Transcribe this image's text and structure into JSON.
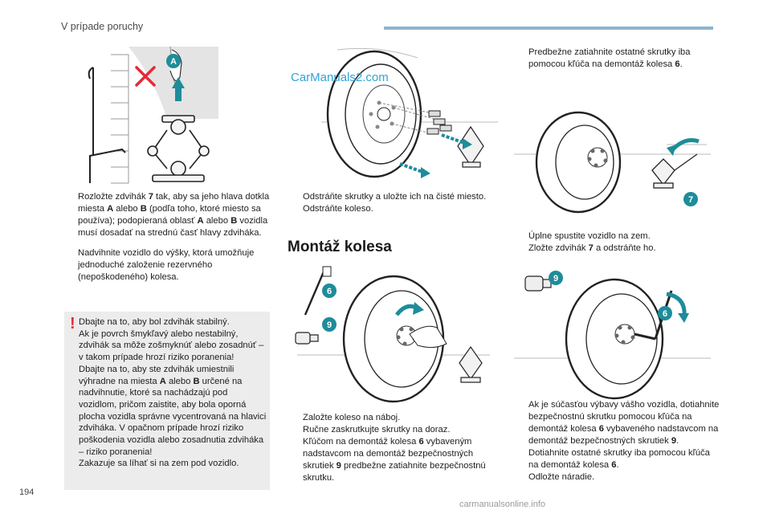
{
  "header": {
    "title": "V prípade poruchy"
  },
  "page_number": "194",
  "watermarks": {
    "top": "CarManuals2.com",
    "bottom": "carmanualsonline.info"
  },
  "figures": {
    "jack_labels": [
      "A"
    ],
    "spare_labels": [
      "6",
      "7",
      "9"
    ],
    "fit_labels": [
      "6",
      "9"
    ]
  },
  "left": {
    "bullets": [
      [
        "Rozložte zdvihák ",
        {
          "b": "7"
        },
        " tak, aby sa jeho hlava dotkla miesta ",
        {
          "b": "A"
        },
        " alebo ",
        {
          "b": "B"
        },
        " (podľa toho, ktoré miesto sa používa); podopieraná oblasť ",
        {
          "b": "A"
        },
        " alebo ",
        {
          "b": "B"
        },
        " vozidla musí dosadať na strednú časť hlavy zdviháka."
      ],
      [
        "Nadvihnite vozidlo do výšky, ktorá umožňuje jednoduché založenie rezervného (nepoškodeného) kolesa."
      ]
    ],
    "warning": {
      "mark": "!",
      "text": [
        "Dbajte na to, aby bol zdvihák stabilný.",
        {
          "br": 1
        },
        "Ak je povrch šmykľavý alebo nestabilný, zdvihák sa môže zošmyknúť alebo zosadnúť – v takom prípade hrozí riziko poranenia!",
        {
          "br": 1
        },
        "Dbajte na to, aby ste zdvihák umiestnili výhradne na miesta ",
        {
          "b": "A"
        },
        " alebo ",
        {
          "b": "B"
        },
        " určené na nadvihnutie, ktoré sa nachádzajú pod vozidlom, pričom zaistite, aby bola oporná plocha vozidla správne vycentrovaná na hlavici zdviháka. V opačnom prípade hrozí riziko poškodenia vozidla alebo zosadnutia zdviháka – riziko poranenia!",
        {
          "br": 1
        },
        "Zakazuje sa líhať si na zem pod vozidlo."
      ]
    }
  },
  "middle": {
    "bullets": [
      [
        "Odstráňte skrutky a uložte ich na čisté miesto."
      ],
      [
        "Odstráňte koleso."
      ]
    ],
    "section_title": "Montáž kolesa",
    "bullets2": [
      [
        "Založte koleso na náboj."
      ],
      [
        "Ručne zaskrutkujte skrutky na doraz."
      ],
      [
        "Kľúčom na demontáž kolesa ",
        {
          "b": "6"
        },
        " vybaveným nadstavcom na demontáž bezpečnostných skrutiek ",
        {
          "b": "9"
        },
        " predbežne zatiahnite bezpečnostnú skrutku."
      ]
    ]
  },
  "right": {
    "bullets_top": [
      [
        "Predbežne zatiahnite ostatné skrutky iba pomocou kľúča na demontáž kolesa ",
        {
          "b": "6"
        },
        "."
      ]
    ],
    "bullets_mid": [
      [
        "Úplne spustite vozidlo na zem."
      ],
      [
        "Zložte zdvihák ",
        {
          "b": "7"
        },
        " a odstráňte ho."
      ]
    ],
    "bullets_bottom": [
      [
        "Ak je súčasťou výbavy vášho vozidla, dotiahnite bezpečnostnú skrutku pomocou kľúča na demontáž kolesa ",
        {
          "b": "6"
        },
        " vybaveného nadstavcom na demontáž bezpečnostných skrutiek ",
        {
          "b": "9"
        },
        "."
      ],
      [
        "Dotiahnite ostatné skrutky iba pomocou kľúča na demontáž kolesa ",
        {
          "b": "6"
        },
        "."
      ],
      [
        "Odložte náradie."
      ]
    ]
  },
  "bullet_marker": "",
  "colors": {
    "accent": "#1e8c9a",
    "warning": "#e52a36",
    "header_bar": "#8fb4cf",
    "box": "#ececec"
  }
}
